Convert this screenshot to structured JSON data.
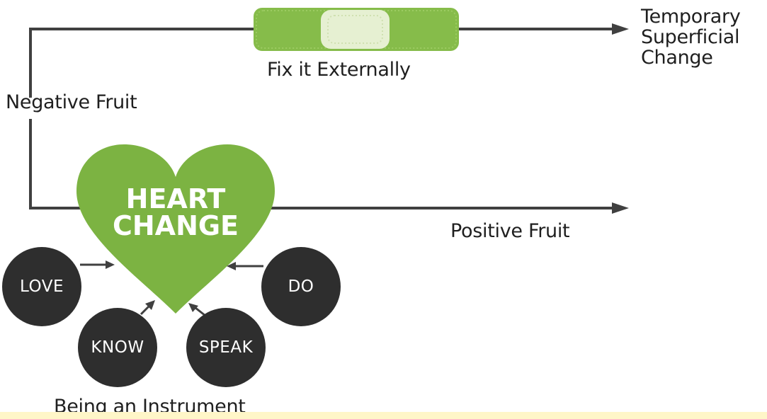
{
  "labels": {
    "top_path": "Fix it Externally",
    "top_outcome": [
      "Temporary",
      "Superficial",
      "Change"
    ],
    "start": "Negative Fruit",
    "bottom_outcome": "Positive Fruit",
    "heart": [
      "HEART",
      "CHANGE"
    ],
    "bottom_caption": "Being an Instrument"
  },
  "circles": [
    "LOVE",
    "KNOW",
    "SPEAK",
    "DO"
  ],
  "colors": {
    "line": "#404040",
    "heart_green": "#7cb342",
    "bandage_green": "#86bc4a",
    "bandage_pad": "#e6f0d2",
    "circle_fill": "#2e2e2e",
    "text": "#1f1f1f"
  },
  "icons": [
    "bandage-icon",
    "heart-icon"
  ]
}
